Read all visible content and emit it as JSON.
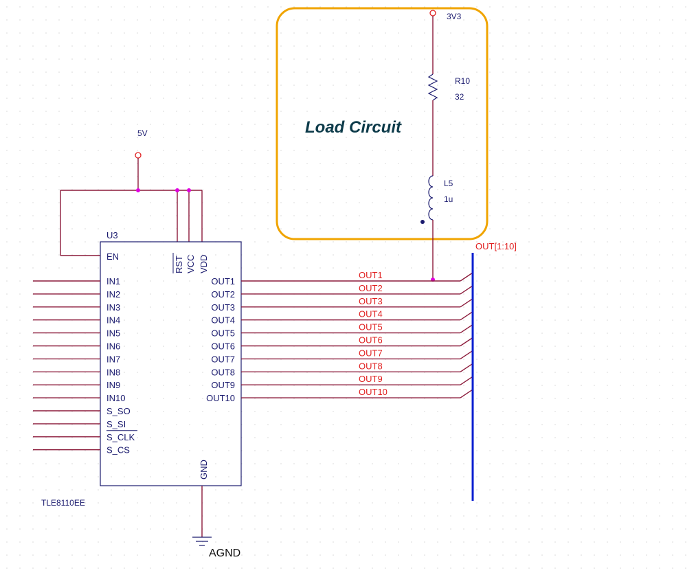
{
  "colors": {
    "wire": "#8b1a3a",
    "component": "#1a1a6e",
    "net_label": "#e02020",
    "bus": "#0a1ed0",
    "junction": "#e000e0",
    "highlight_box": "#f0a400",
    "grid_dot": "#d8d8d8"
  },
  "power": {
    "v5_label": "5V",
    "v3v3_label": "3V3",
    "gnd_label": "AGND"
  },
  "ic": {
    "ref": "U3",
    "part": "TLE8110EE",
    "en_pin": "EN",
    "top_pins": [
      "RST",
      "VCC",
      "VDD"
    ],
    "gnd_pin": "GND",
    "left_pins": [
      "IN1",
      "IN2",
      "IN3",
      "IN4",
      "IN5",
      "IN6",
      "IN7",
      "IN8",
      "IN9",
      "IN10",
      "S_SO",
      "S_SI",
      "S_CLK",
      "S_CS"
    ],
    "right_pins": [
      "OUT1",
      "OUT2",
      "OUT3",
      "OUT4",
      "OUT5",
      "OUT6",
      "OUT7",
      "OUT8",
      "OUT9",
      "OUT10"
    ]
  },
  "nets": [
    "OUT1",
    "OUT2",
    "OUT3",
    "OUT4",
    "OUT5",
    "OUT6",
    "OUT7",
    "OUT8",
    "OUT9",
    "OUT10"
  ],
  "bus": {
    "label": "OUT[1:10]"
  },
  "load": {
    "title": "Load Circuit",
    "resistor_ref": "R10",
    "resistor_value": "32",
    "inductor_ref": "L5",
    "inductor_value": "1u"
  }
}
